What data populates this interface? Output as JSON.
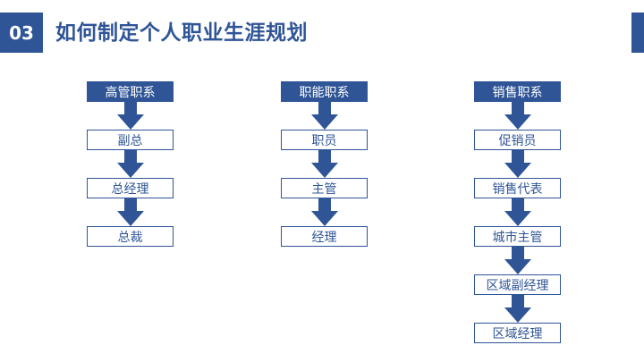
{
  "header": {
    "section_number": "03",
    "title": "如何制定个人职业生涯规划"
  },
  "colors": {
    "accent": "#2f5597",
    "background": "#ffffff"
  },
  "columns": [
    {
      "header": "高管职系",
      "steps": [
        "副总",
        "总经理",
        "总裁"
      ]
    },
    {
      "header": "职能职系",
      "steps": [
        "职员",
        "主管",
        "经理"
      ]
    },
    {
      "header": "销售职系",
      "steps": [
        "促销员",
        "销售代表",
        "城市主管",
        "区域副经理",
        "区域经理"
      ]
    }
  ]
}
